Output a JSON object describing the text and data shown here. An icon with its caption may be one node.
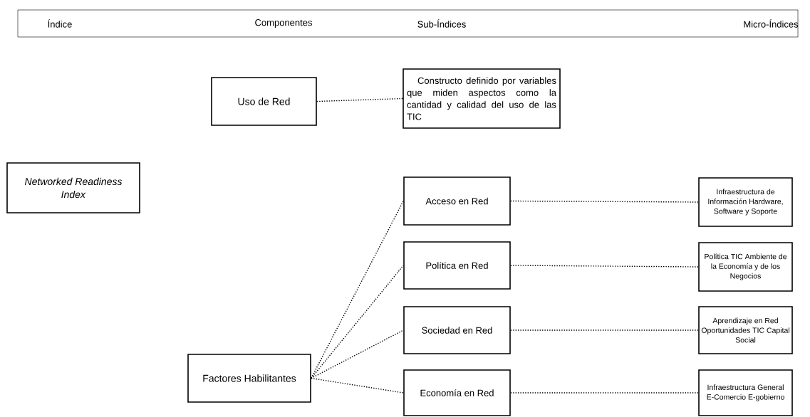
{
  "diagram": {
    "nodes": [
      {
        "text": [
          "*Networked Readiness Index*"
        ]
      },
      {
        "text": [
          "Uso de Red"
        ]
      },
      {
        "text": [
          "Constructo definido por variables que miden aspectos como la cantidad y calidad del uso de las TIC"
        ]
      },
      {
        "text": [
          "Factores Habilitantes"
        ]
      },
      {
        "text": [
          "Acceso en Red"
        ]
      },
      {
        "text": [
          "Política en Red"
        ]
      },
      {
        "text": [
          "Sociedad en Red"
        ]
      },
      {
        "text": [
          "Economía en Red"
        ]
      },
      {
        "text": [
          "Infraestructura de Información Hardware, Software y Soporte"
        ]
      },
      {
        "text": [
          "Política TIC Ambiente de la Economía y de los Negocios"
        ]
      },
      {
        "text": [
          "Aprendizaje en Red Oportunidades TIC Capital Social"
        ]
      },
      {
        "text": [
          "Infraestructura General E-Comercio E-gobierno"
        ]
      }
    ],
    "edges": [
      {
        "from": 1,
        "to": 2,
        "arrow": "none"
      },
      {
        "from": 3,
        "to": 4,
        "arrow": "none"
      },
      {
        "from": 3,
        "to": 5,
        "arrow": "none"
      },
      {
        "from": 3,
        "to": 6,
        "arrow": "none"
      },
      {
        "from": 3,
        "to": 7,
        "arrow": "none"
      },
      {
        "from": 4,
        "to": 8,
        "arrow": "none"
      },
      {
        "from": 5,
        "to": 9,
        "arrow": "none"
      },
      {
        "from": 6,
        "to": 10,
        "arrow": "none"
      },
      {
        "from": 7,
        "to": 11,
        "arrow": "none"
      }
    ],
    "labels": [
      "Índice",
      "Componentes",
      "Sub-Índices",
      "Micro-Índices"
    ]
  }
}
